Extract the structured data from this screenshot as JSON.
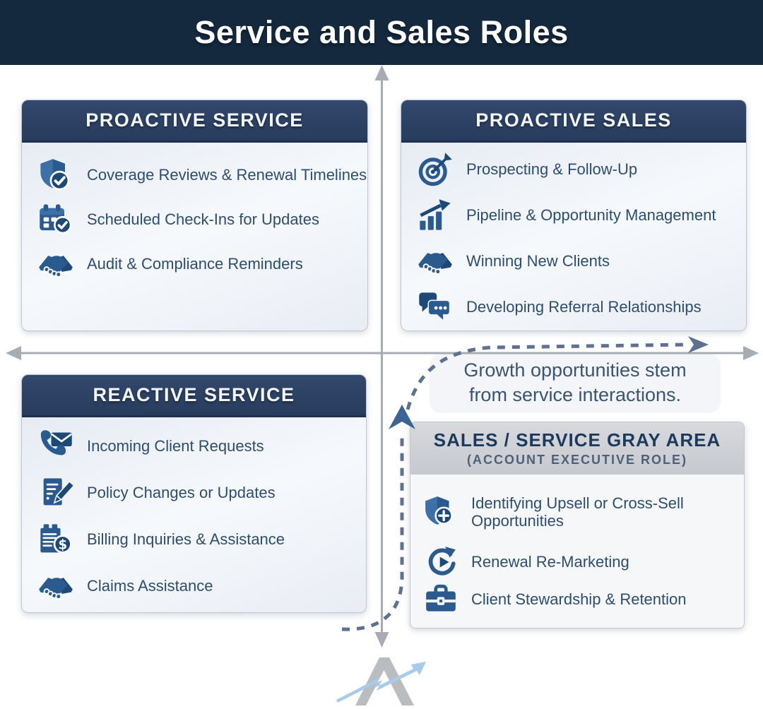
{
  "title_bar": {
    "title": "Service and Sales Roles"
  },
  "quadrants": {
    "proactive_service": {
      "header": "PROACTIVE SERVICE",
      "items": [
        {
          "icon": "shield-check-icon",
          "label": "Coverage Reviews & Renewal Timelines"
        },
        {
          "icon": "calendar-check-icon",
          "label": "Scheduled Check-Ins for Updates"
        },
        {
          "icon": "handshake-icon",
          "label": "Audit & Compliance Reminders"
        }
      ]
    },
    "proactive_sales": {
      "header": "PROACTIVE SALES",
      "items": [
        {
          "icon": "target-arrow-icon",
          "label": "Prospecting & Follow-Up"
        },
        {
          "icon": "growth-chart-icon",
          "label": "Pipeline & Opportunity Management"
        },
        {
          "icon": "handshake-icon",
          "label": "Winning New Clients"
        },
        {
          "icon": "chat-bubbles-icon",
          "label": "Developing Referral Relationships"
        }
      ]
    },
    "reactive_service": {
      "header": "REACTIVE SERVICE",
      "items": [
        {
          "icon": "phone-mail-icon",
          "label": "Incoming Client Requests"
        },
        {
          "icon": "document-edit-icon",
          "label": "Policy Changes or Updates"
        },
        {
          "icon": "billing-dollar-icon",
          "label": "Billing Inquiries & Assistance"
        },
        {
          "icon": "handshake-icon",
          "label": "Claims Assistance"
        }
      ]
    },
    "gray_area": {
      "header": "SALES / SERVICE GRAY AREA",
      "subheader": "(ACCOUNT EXECUTIVE ROLE)",
      "items": [
        {
          "icon": "shield-plus-icon",
          "label": "Identifying Upsell or Cross-Sell Opportunities"
        },
        {
          "icon": "renewal-cycle-icon",
          "label": "Renewal Re-Marketing"
        },
        {
          "icon": "briefcase-icon",
          "label": "Client Stewardship & Retention"
        }
      ]
    }
  },
  "annotation": {
    "line1": "Growth opportunities stem",
    "line2": "from service interactions."
  },
  "colors": {
    "title_bar_bg": "#14293d",
    "card_header_bg": "#2c4263",
    "card_body_bg": "#eef2f7",
    "gray_header_bg": "#c9ccd2",
    "icon_blue": "#2a5a8e",
    "icon_dark_blue": "#1d4977",
    "axis_gray": "#a7abb2",
    "dashed_arrow": "#5e7190",
    "growth_arrowhead_blue": "#3b6495",
    "text": "#2e4d6e",
    "logo_gray": "#b9bdc2",
    "logo_blue": "#a9cbe9"
  }
}
